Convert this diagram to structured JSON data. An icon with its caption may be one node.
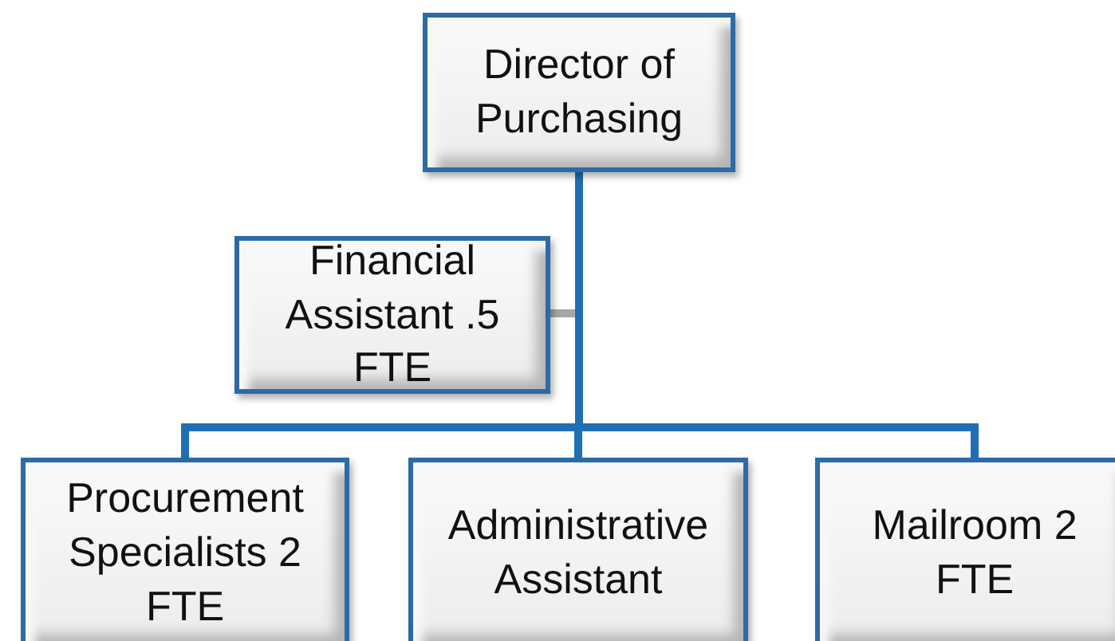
{
  "diagram": {
    "nodes": [
      {
        "text": [
          "Director of Purchasing"
        ]
      },
      {
        "text": [
          "Financial Assistant .5 FTE"
        ]
      },
      {
        "text": [
          "Procurement Specialists 2 FTE"
        ]
      },
      {
        "text": [
          "Administrative Assistant"
        ]
      },
      {
        "text": [
          "Mailroom 2 FTE"
        ]
      }
    ],
    "edges": [
      {
        "from": 0,
        "to": 1,
        "arrow": "none",
        "color": "#a6a6a6"
      },
      {
        "from": 0,
        "to": 2,
        "arrow": "none"
      },
      {
        "from": 0,
        "to": 3,
        "arrow": "none"
      },
      {
        "from": 0,
        "to": 4,
        "arrow": "none"
      }
    ]
  }
}
